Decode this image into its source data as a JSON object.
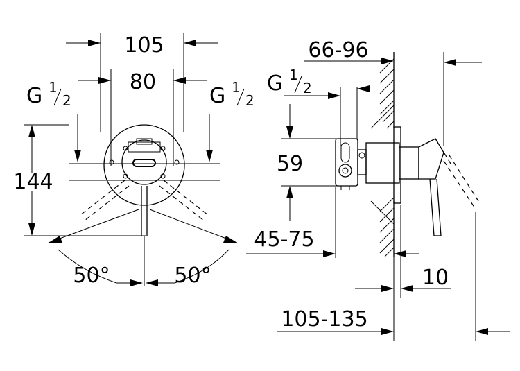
{
  "front_view": {
    "dim_width_outer": "105",
    "dim_width_inner": "80",
    "thread_left": {
      "letter": "G",
      "num": "1",
      "den": "2"
    },
    "thread_right": {
      "letter": "G",
      "num": "1",
      "den": "2"
    },
    "dim_height": "144",
    "angle_left": "50°",
    "angle_right": "50°"
  },
  "side_view": {
    "dim_wall_range": "66-96",
    "thread": {
      "letter": "G",
      "num": "1",
      "den": "2"
    },
    "dim_59": "59",
    "dim_45_75": "45-75",
    "dim_10": "10",
    "dim_105_135": "105-135"
  }
}
